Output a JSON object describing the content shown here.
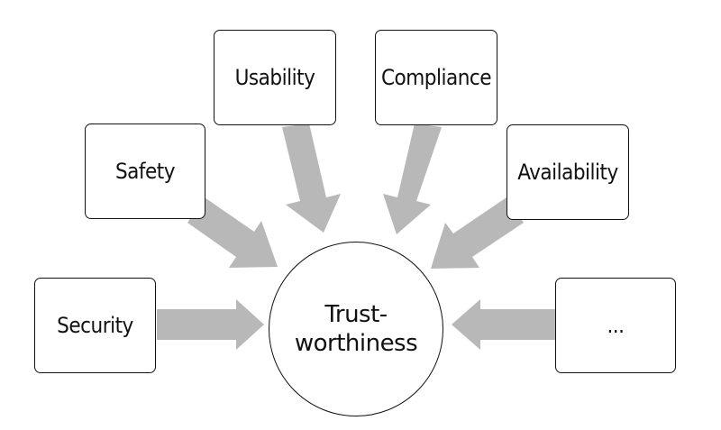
{
  "diagram": {
    "center": {
      "line1": "Trust-",
      "line2": "worthiness"
    },
    "factors": {
      "usability": "Usability",
      "compliance": "Compliance",
      "safety": "Safety",
      "availability": "Availability",
      "security": "Security",
      "more": "..."
    },
    "colors": {
      "arrow": "#b8b8b8",
      "border": "#111111",
      "text": "#111111",
      "background": "#ffffff"
    }
  }
}
